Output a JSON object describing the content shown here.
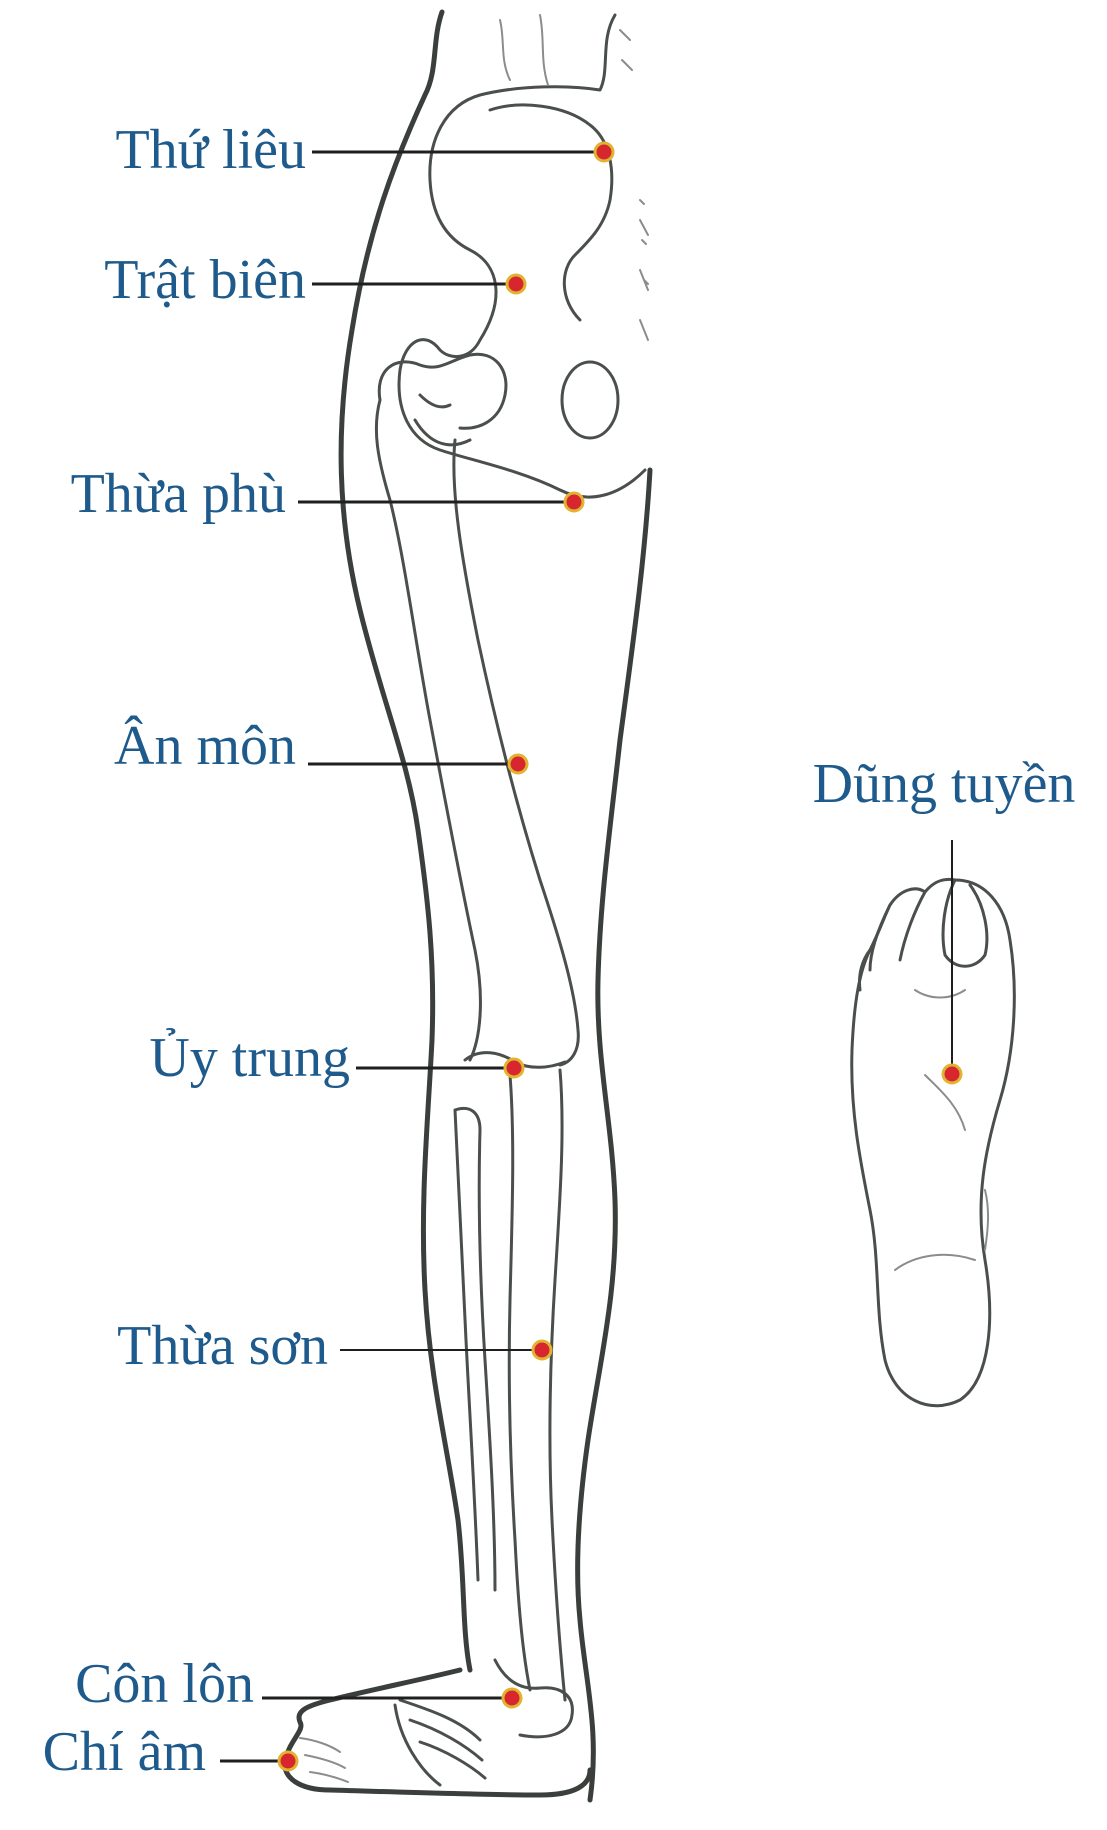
{
  "colors": {
    "label": "#1e5b8c",
    "point_fill": "#d8262f",
    "point_ring": "#e0b430",
    "line": "#3a3f3c"
  },
  "labels": {
    "thu_lieu": "Thứ liêu",
    "trat_bien": "Trật biên",
    "thua_phu": "Thừa phù",
    "an_mon": "Ân môn",
    "uy_trung": "Ủy trung",
    "thua_son": "Thừa sơn",
    "con_lon": "Côn lôn",
    "chi_am": "Chí âm",
    "dung_tuyen": "Dũng tuyền"
  }
}
